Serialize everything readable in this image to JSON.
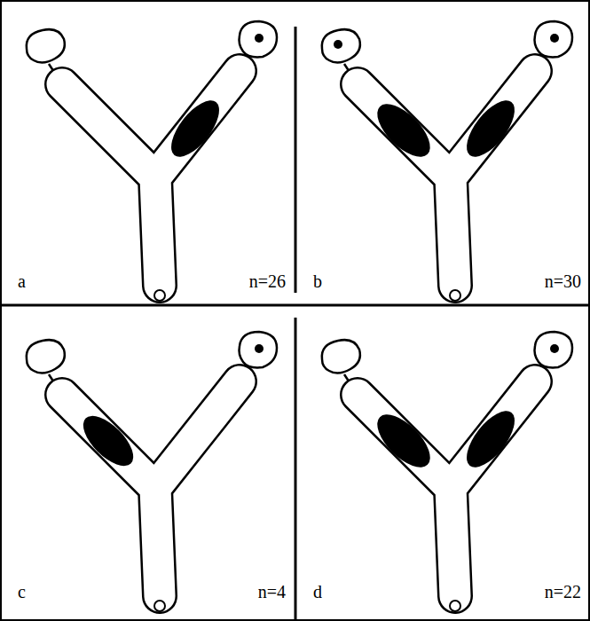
{
  "diagram": {
    "labels": [
      "a",
      "n=26",
      "b",
      "n=30",
      "c",
      "n=4",
      "d",
      "n=22"
    ]
  }
}
